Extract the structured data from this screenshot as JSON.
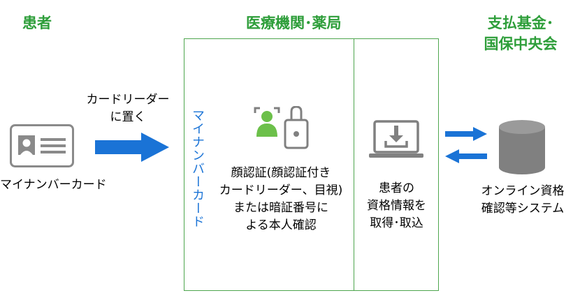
{
  "header": {
    "patient": "患者",
    "medical": "医療機関･薬局",
    "fund_line1": "支払基金･",
    "fund_line2": "国保中央会"
  },
  "left": {
    "card_label": "マイナンバーカード",
    "arrow_label_line1": "カードリーダー",
    "arrow_label_line2": "に置く"
  },
  "center": {
    "vertical_card": "マイナンバーカード",
    "auth_line1": "顔認証(顔認証付き",
    "auth_line2": "カードリーダー、目視)",
    "auth_line3": "または暗証番号に",
    "auth_line4": "よる本人確認",
    "acquire_line1": "患者の",
    "acquire_line2": "資格情報を",
    "acquire_line3": "取得･取込"
  },
  "right": {
    "system_line1": "オンライン資格",
    "system_line2": "確認等システム"
  },
  "colors": {
    "title_green": "#2e9e3a",
    "panel_border": "#4ea64e",
    "arrow_blue": "#1a73d6",
    "icon_gray": "#808080",
    "person_green": "#6cc04a"
  },
  "icons": [
    "id-card-icon",
    "face-auth-icon",
    "card-reader-icon",
    "laptop-download-icon",
    "database-icon"
  ]
}
